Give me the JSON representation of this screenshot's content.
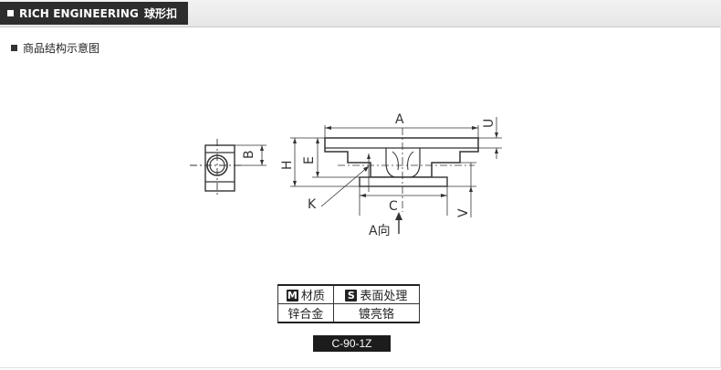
{
  "header": {
    "brand": "RICH ENGINEERING",
    "product": "球形扣"
  },
  "section": {
    "label": "商品结构示意图"
  },
  "diagram": {
    "dimension_labels": {
      "A": "A",
      "B": "B",
      "C": "C",
      "E": "E",
      "H": "H",
      "K": "K",
      "U": "U",
      "V": "V"
    },
    "view_label": "A向"
  },
  "spec_table": {
    "material_badge": "M",
    "material_header": "材质",
    "finish_badge": "S",
    "finish_header": "表面处理",
    "material_value": "锌合金",
    "finish_value": "镀亮铬"
  },
  "model": {
    "code": "C-90-1Z"
  }
}
